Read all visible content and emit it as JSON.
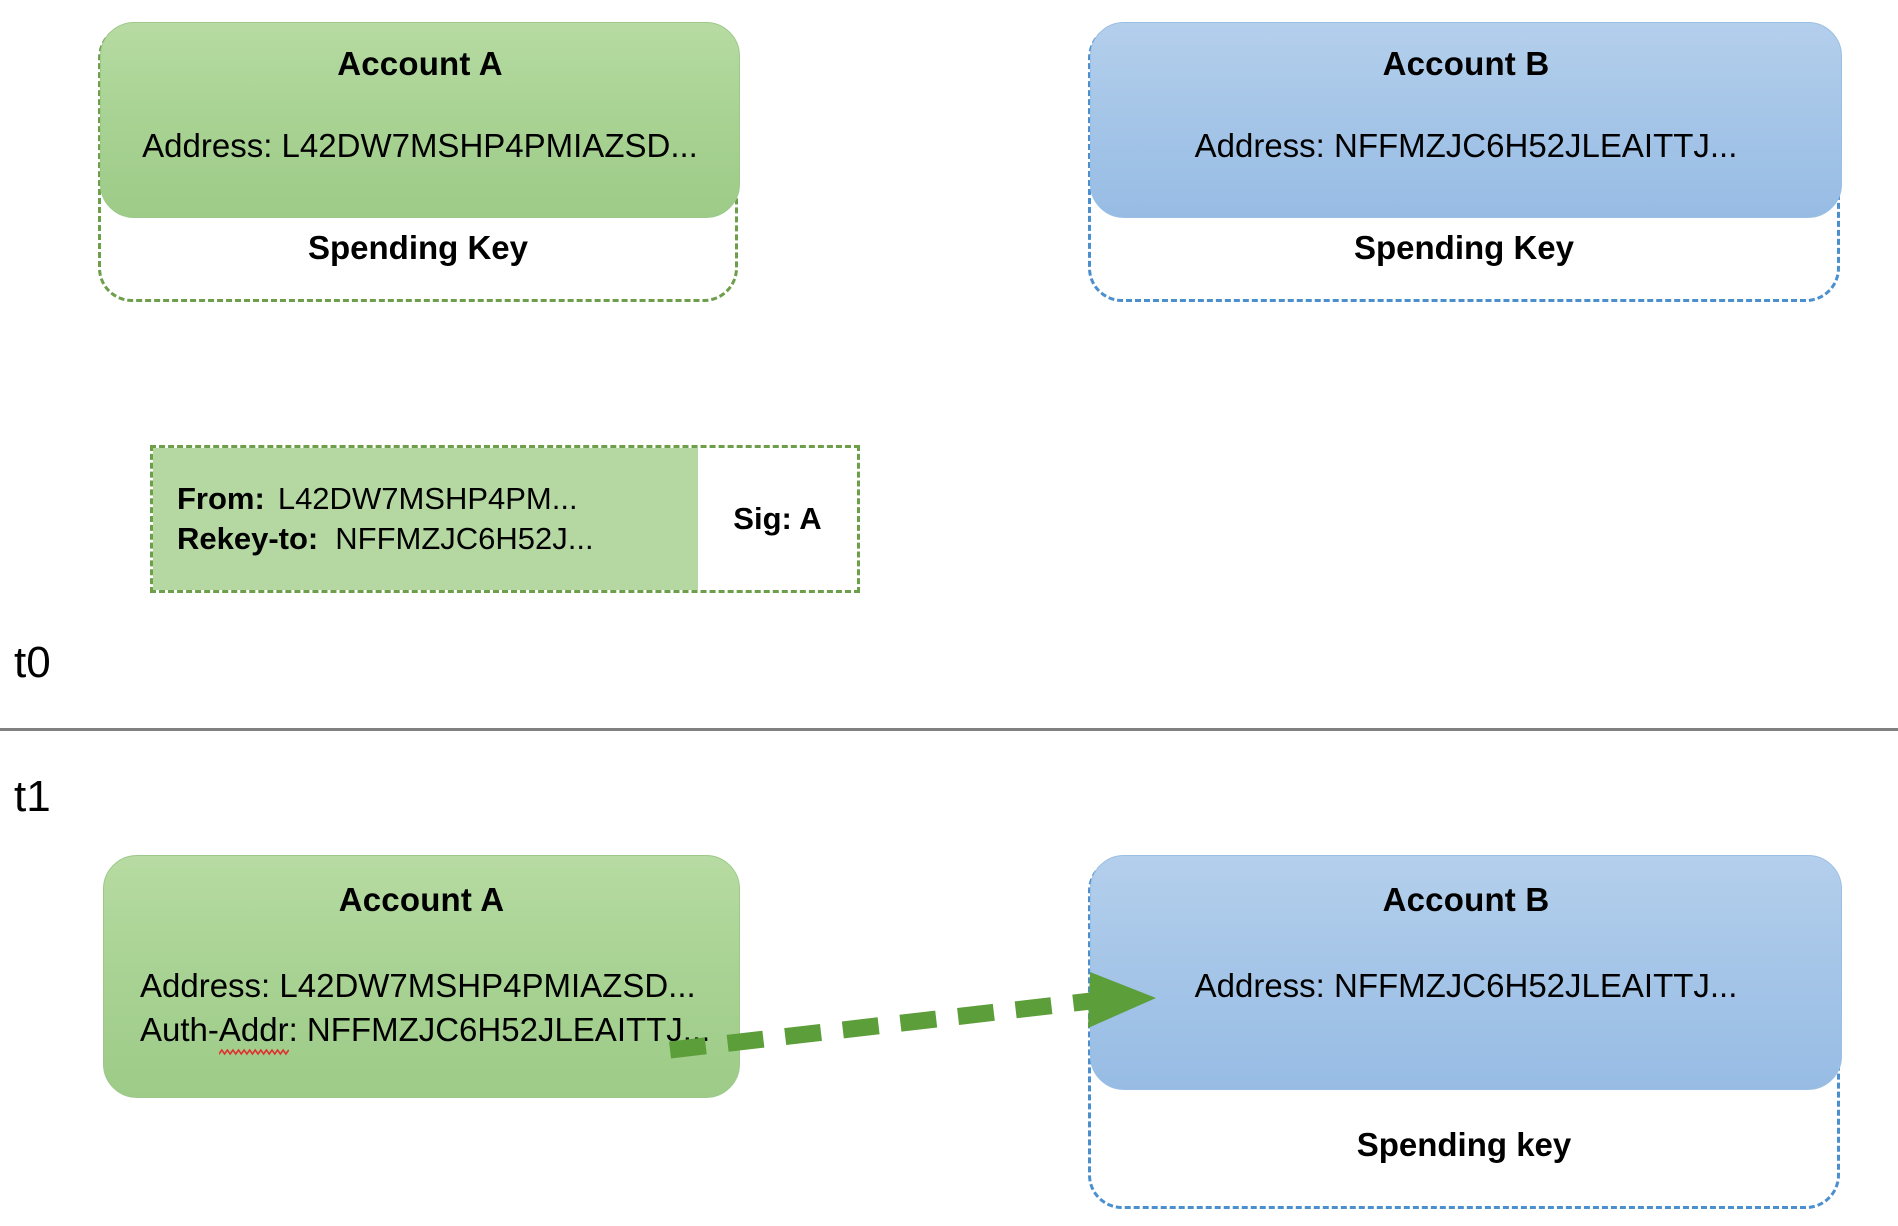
{
  "timeline": {
    "t0_label": "t0",
    "t1_label": "t1"
  },
  "t0": {
    "account_a": {
      "title": "Account A",
      "address_line": "Address: L42DW7MSHP4PMIAZSD...",
      "spending_key_label": "Spending Key"
    },
    "account_b": {
      "title": "Account B",
      "address_line": "Address: NFFMZJC6H52JLEAITTJ...",
      "spending_key_label": "Spending Key"
    },
    "transaction": {
      "from_key": "From:",
      "from_value": "L42DW7MSHP4PM...",
      "rekey_key": "Rekey-to:",
      "rekey_value": "NFFMZJC6H52J...",
      "signature": "Sig: A"
    }
  },
  "t1": {
    "account_a": {
      "title": "Account A",
      "address_line": "Address: L42DW7MSHP4PMIAZSD...",
      "auth_addr_prefix": "Auth-",
      "auth_addr_misspelled": "Addr",
      "auth_addr_suffix": ": NFFMZJC6H52JLEAITTJ..."
    },
    "account_b": {
      "title": "Account B",
      "address_line": "Address: NFFMZJC6H52JLEAITTJ...",
      "spending_key_label": "Spending key"
    },
    "arrow": {
      "name": "rekey-auth-addr-arrow"
    }
  },
  "colors": {
    "green_fill": "#a9d394",
    "green_dash": "#6d9e4a",
    "blue_fill": "#a6c6e8",
    "blue_dash": "#4b8fcf",
    "arrow_green": "#5c9e3a",
    "tx_green": "#b5d8a2",
    "divider_gray": "#808080",
    "squiggle_red": "#e03030"
  }
}
